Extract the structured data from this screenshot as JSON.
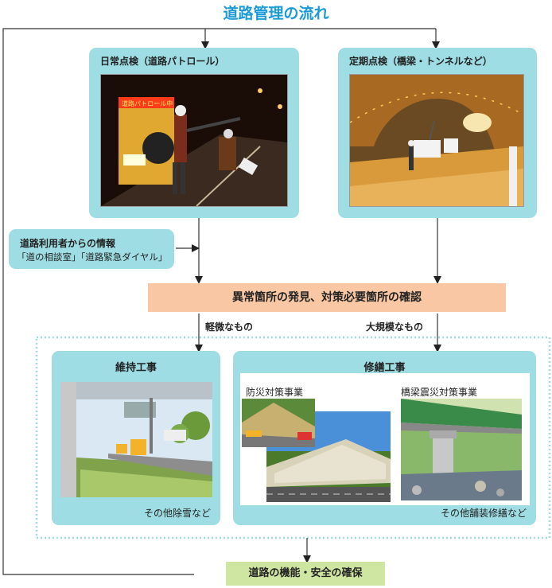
{
  "title": "道路管理の流れ",
  "daily": {
    "label": "日常点検（道路パトロール）",
    "truck_sign": "道路パトロール中"
  },
  "periodic": {
    "label": "定期点検（橋梁・トンネルなど）"
  },
  "info": {
    "line1": "道路利用者からの情報",
    "line2": "「道の相談室」「道路緊急ダイヤル」"
  },
  "discovery": "異常箇所の発見、対策必要箇所の確認",
  "minor": "軽微なもの",
  "major": "大規模なもの",
  "maintenance": {
    "title": "維持工事",
    "note": "その他除雪など"
  },
  "repair": {
    "title": "修繕工事",
    "disaster": "防災対策事業",
    "bridge": "橋梁震災対策事業",
    "note": "その他舗装修繕など"
  },
  "final": "道路の機能・安全の確保",
  "colors": {
    "title": "#1a9ad6",
    "box": "#9ddde3",
    "orange": "#f9c7a3",
    "green": "#cfe6a3",
    "dotted": "#9ddde3"
  }
}
